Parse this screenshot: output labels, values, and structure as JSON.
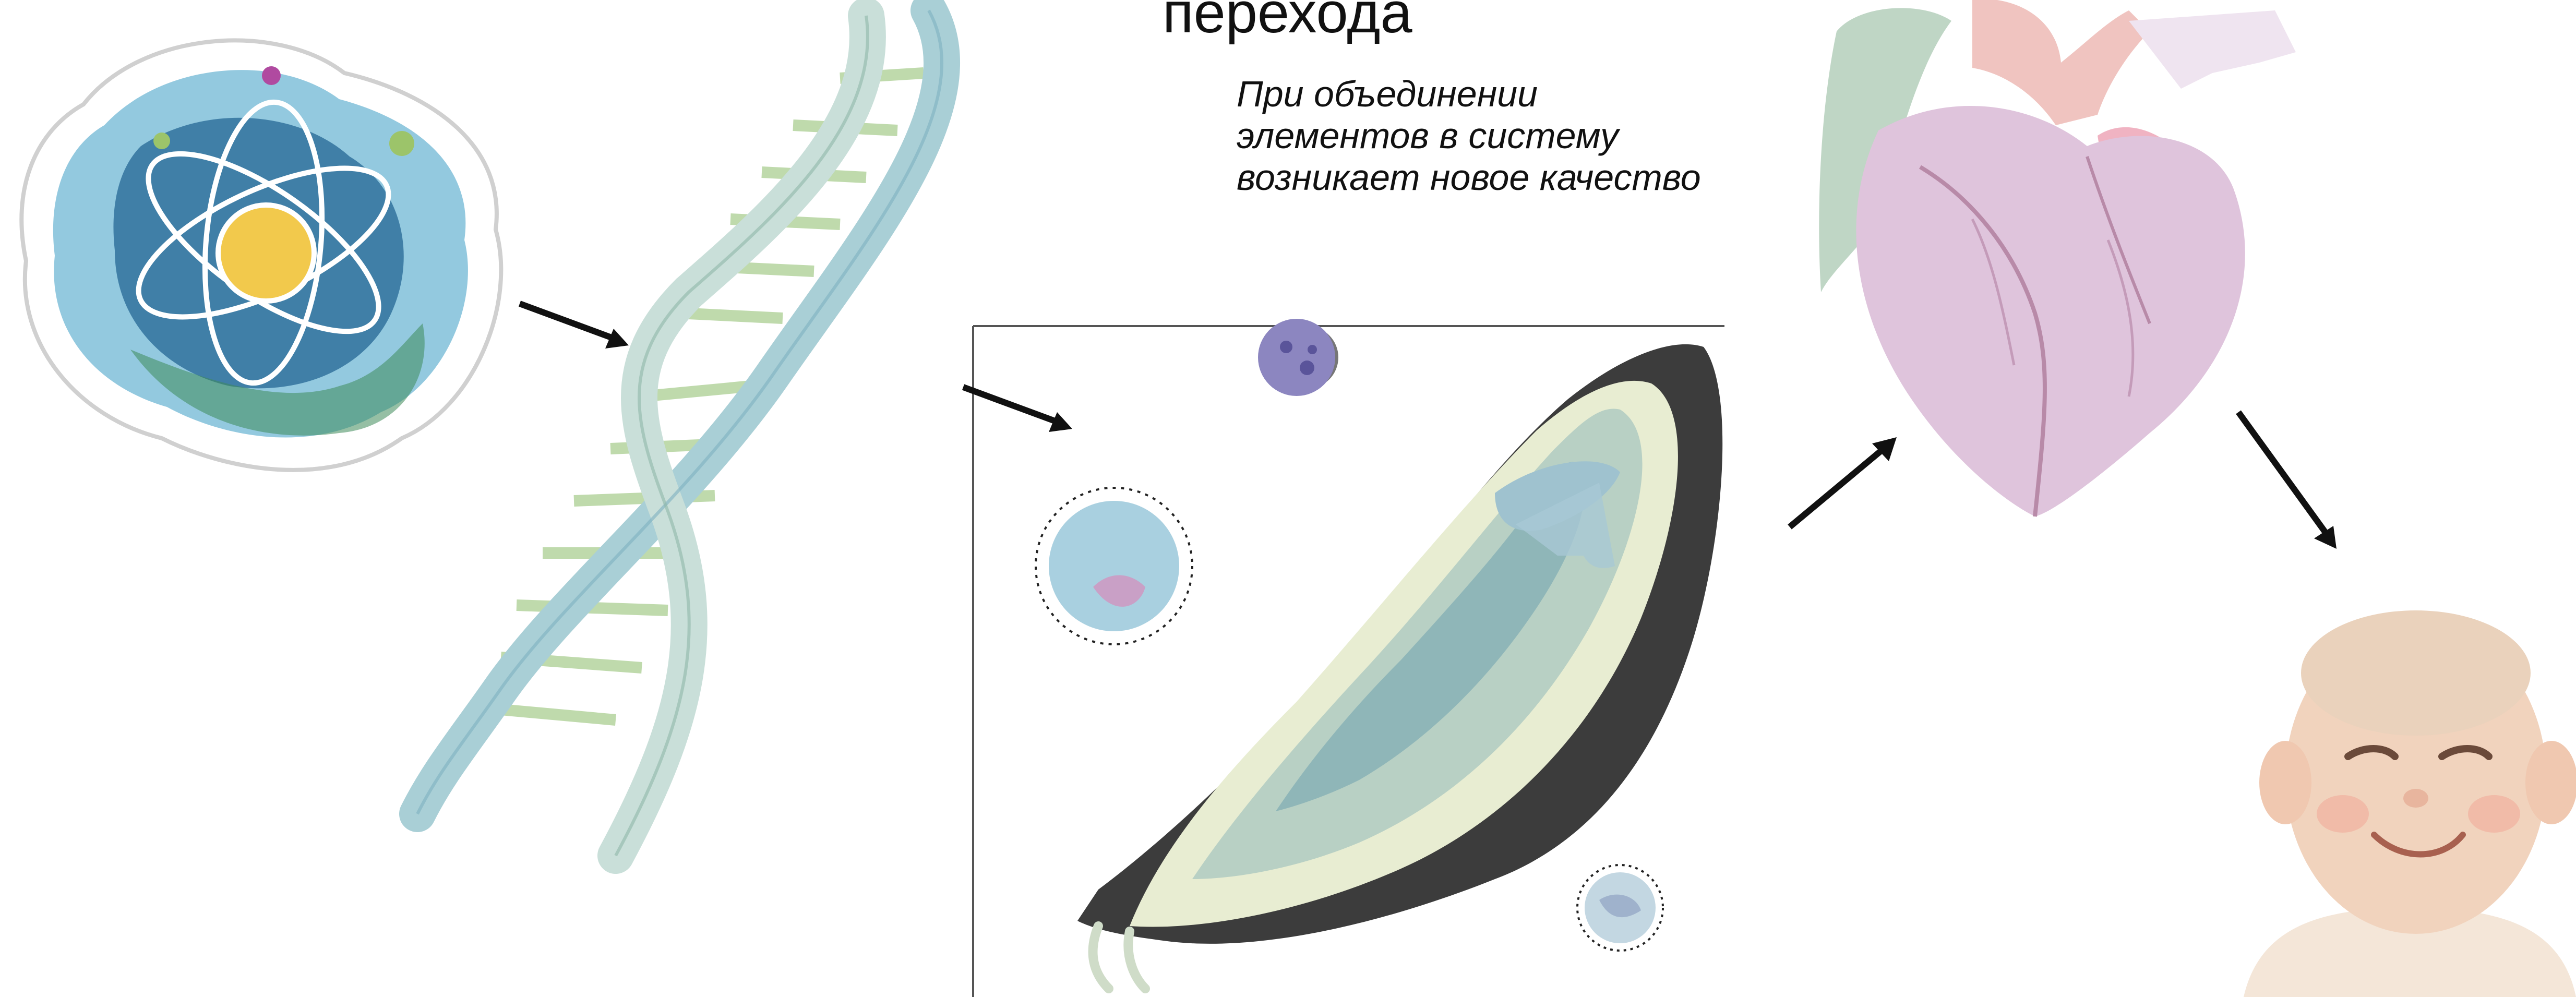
{
  "slide": {
    "heading": "перехода",
    "caption_lines": [
      "При объединении",
      "элементов в систему",
      "возникает новое качество"
    ]
  },
  "illustrations": {
    "atom": "atom-illustration",
    "dna": "dna-double-helix-illustration",
    "cells": "cell-organism-illustration",
    "heart": "heart-illustration",
    "baby": "baby-illustration"
  },
  "colors": {
    "arrow": "#111111",
    "atom_blue": "#1f6e9c",
    "atom_nucleus": "#f2c94c",
    "dna": "#a9cfd6",
    "heart": "#d9b8d2",
    "baby_skin": "#f1d3bd"
  }
}
